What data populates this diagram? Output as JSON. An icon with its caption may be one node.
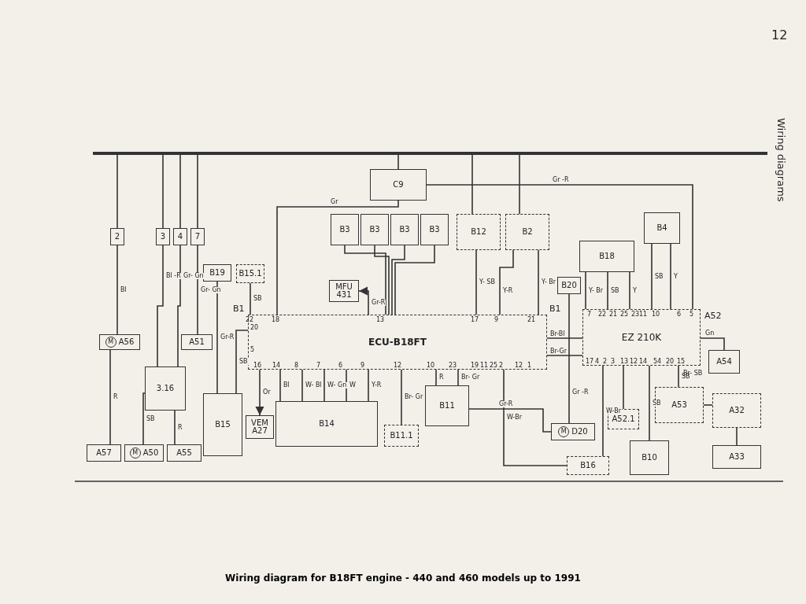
{
  "diagram": {
    "caption": "Wiring diagram for B18FT engine - 440 and 460 models up to 1991",
    "nodes": [
      {
        "text": [
          "C9"
        ]
      },
      {
        "text": [
          "2"
        ]
      },
      {
        "text": [
          "3"
        ]
      },
      {
        "text": [
          "4"
        ]
      },
      {
        "text": [
          "7"
        ]
      },
      {
        "text": [
          "B19"
        ]
      },
      {
        "text": [
          "B15.1"
        ]
      },
      {
        "text": [
          "B3"
        ]
      },
      {
        "text": [
          "B3"
        ]
      },
      {
        "text": [
          "B3"
        ]
      },
      {
        "text": [
          "B3"
        ]
      },
      {
        "text": [
          "B12"
        ]
      },
      {
        "text": [
          "B2"
        ]
      },
      {
        "text": [
          "B20"
        ]
      },
      {
        "text": [
          "B18"
        ]
      },
      {
        "text": [
          "B4"
        ]
      },
      {
        "text": [
          "MFU 431"
        ]
      },
      {
        "text": [
          "ECU-B18FT"
        ],
        "beside": [
          "B1",
          "B1"
        ]
      },
      {
        "text": [
          "EZ 210K"
        ],
        "beside": [
          "A52"
        ]
      },
      {
        "text": [
          "M",
          "A56"
        ]
      },
      {
        "text": [
          "A51"
        ]
      },
      {
        "text": [
          "3.16"
        ]
      },
      {
        "text": [
          "A57"
        ]
      },
      {
        "text": [
          "M",
          "A50"
        ]
      },
      {
        "text": [
          "A55"
        ]
      },
      {
        "text": [
          "B15"
        ]
      },
      {
        "text": [
          "VEM A27"
        ]
      },
      {
        "text": [
          "B14"
        ]
      },
      {
        "text": [
          "B11.1"
        ]
      },
      {
        "text": [
          "B11"
        ]
      },
      {
        "text": [
          "M",
          "D20"
        ]
      },
      {
        "text": [
          "B16"
        ]
      },
      {
        "text": [
          "A52.1"
        ]
      },
      {
        "text": [
          "B10"
        ]
      },
      {
        "text": [
          "A54"
        ]
      },
      {
        "text": [
          "A53"
        ]
      },
      {
        "text": [
          "A32"
        ]
      },
      {
        "text": [
          "A33"
        ]
      },
      {
        "text": [],
        "shape": "bar"
      }
    ],
    "edges": [
      {
        "from": 1,
        "to": 19,
        "arrow": "none",
        "label": "Bl"
      },
      {
        "from": 19,
        "to": 22,
        "arrow": "none",
        "label": "R"
      },
      {
        "from": 2,
        "to": 21,
        "arrow": "none",
        "label": "Bl -R"
      },
      {
        "from": 3,
        "to": 21,
        "arrow": "none",
        "label": "Gr- Gn"
      },
      {
        "from": 4,
        "to": 20,
        "arrow": "none",
        "label": "Gr- Gn"
      },
      {
        "from": 21,
        "to": 23,
        "arrow": "none",
        "label": "SB"
      },
      {
        "from": 21,
        "to": 24,
        "arrow": "none",
        "label": "R"
      },
      {
        "from": 5,
        "to": 25,
        "arrow": "none",
        "label": "Gr-R"
      },
      {
        "from": 6,
        "to": 17,
        "arrow": "none",
        "label": "SB"
      },
      {
        "from": 0,
        "to": 17,
        "arrow": "none",
        "label": "Gr"
      },
      {
        "from": 25,
        "to": 17,
        "arrow": "none",
        "label": "SB"
      },
      {
        "from": 7,
        "to": 17,
        "arrow": "none"
      },
      {
        "from": 8,
        "to": 17,
        "arrow": "none"
      },
      {
        "from": 9,
        "to": 17,
        "arrow": "none"
      },
      {
        "from": 10,
        "to": 17,
        "arrow": "none"
      },
      {
        "from": 17,
        "to": 16,
        "arrow": "to",
        "label": "Gr-R"
      },
      {
        "from": 11,
        "to": 17,
        "arrow": "none",
        "label": "Y- SB"
      },
      {
        "from": 12,
        "to": 17,
        "arrow": "none",
        "label": "Y-R"
      },
      {
        "from": 12,
        "to": 17,
        "arrow": "none",
        "label": "Y- Br"
      },
      {
        "from": 13,
        "to": 30,
        "arrow": "none",
        "label": "Gr -R"
      },
      {
        "from": 14,
        "to": 18,
        "arrow": "none",
        "label": "Y- Br"
      },
      {
        "from": 14,
        "to": 18,
        "arrow": "none",
        "label": "SB"
      },
      {
        "from": 14,
        "to": 18,
        "arrow": "none",
        "label": "Y"
      },
      {
        "from": 15,
        "to": 18,
        "arrow": "none",
        "label": "SB"
      },
      {
        "from": 15,
        "to": 18,
        "arrow": "none",
        "label": "Y"
      },
      {
        "from": 17,
        "to": 26,
        "arrow": "to",
        "label": "Or"
      },
      {
        "from": 17,
        "to": 27,
        "arrow": "none",
        "label": "Bl"
      },
      {
        "from": 17,
        "to": 27,
        "arrow": "none",
        "label": "W- Bl"
      },
      {
        "from": 17,
        "to": 27,
        "arrow": "none",
        "label": "W- Gn"
      },
      {
        "from": 17,
        "to": 27,
        "arrow": "none",
        "label": "W"
      },
      {
        "from": 17,
        "to": 27,
        "arrow": "none",
        "label": "Y-R"
      },
      {
        "from": 17,
        "to": 28,
        "arrow": "none",
        "label": "Br- Gr"
      },
      {
        "from": 17,
        "to": 29,
        "arrow": "none",
        "label": "R"
      },
      {
        "from": 17,
        "to": 29,
        "arrow": "none",
        "label": "Br- Gr"
      },
      {
        "from": 17,
        "to": 18,
        "arrow": "none",
        "label": "Br-Bl"
      },
      {
        "from": 17,
        "to": 18,
        "arrow": "none",
        "label": "Br-Gr"
      },
      {
        "from": 29,
        "to": 30,
        "arrow": "none",
        "label": "Gr-R"
      },
      {
        "from": 17,
        "to": 31,
        "arrow": "none",
        "label": "W-Br"
      },
      {
        "from": 18,
        "to": 31,
        "arrow": "none",
        "label": "W-Br"
      },
      {
        "from": 18,
        "to": 32,
        "arrow": "none"
      },
      {
        "from": 18,
        "to": 33,
        "arrow": "none",
        "label": "SB"
      },
      {
        "from": 18,
        "to": 35,
        "arrow": "none",
        "label": "SB"
      },
      {
        "from": 18,
        "to": 34,
        "arrow": "none",
        "label": "Gn"
      },
      {
        "from": 35,
        "to": 36,
        "arrow": "none"
      },
      {
        "from": 36,
        "to": 37,
        "arrow": "none"
      },
      {
        "from": 0,
        "to": 18,
        "arrow": "none",
        "label": "Gr -R"
      },
      {
        "from": 38,
        "to": 1,
        "arrow": "none"
      },
      {
        "from": 38,
        "to": 2,
        "arrow": "none"
      },
      {
        "from": 38,
        "to": 3,
        "arrow": "none"
      },
      {
        "from": 38,
        "to": 4,
        "arrow": "none"
      },
      {
        "from": 38,
        "to": 0,
        "arrow": "none"
      },
      {
        "from": 38,
        "to": 11,
        "arrow": "none"
      },
      {
        "from": 38,
        "to": 12,
        "arrow": "none"
      }
    ],
    "labels": [
      "22",
      "18",
      "13",
      "17",
      "9",
      "21",
      "20",
      "5",
      "16",
      "14",
      "8",
      "7",
      "6",
      "9",
      "12",
      "10",
      "23",
      "19",
      "11",
      "25",
      "2",
      "12",
      "1",
      "7",
      "22",
      "21",
      "25",
      "23",
      "11",
      "10",
      "6",
      "5",
      "17",
      "4",
      "2",
      "3",
      "13",
      "12",
      "14",
      "54",
      "20",
      "15",
      "Br- SB",
      "12",
      "Wiring diagrams"
    ]
  }
}
